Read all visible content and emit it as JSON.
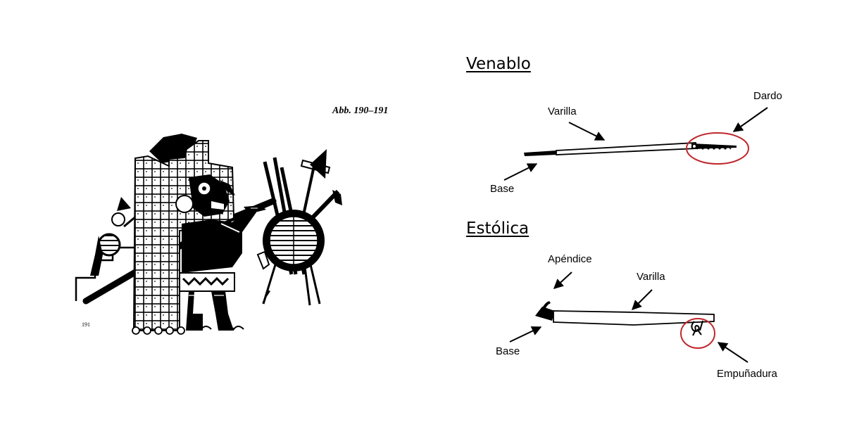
{
  "figure": {
    "caption": "Abb. 190–191",
    "figure_number": "191"
  },
  "venablo": {
    "title": "Venablo",
    "labels": {
      "varilla": "Varilla",
      "dardo": "Dardo",
      "base": "Base"
    }
  },
  "estolica": {
    "title": "Estólica",
    "labels": {
      "apendice": "Apéndice",
      "varilla": "Varilla",
      "base": "Base",
      "empunadura": "Empuñadura"
    }
  },
  "colors": {
    "highlight": "#c0282d",
    "ink": "#000000"
  }
}
